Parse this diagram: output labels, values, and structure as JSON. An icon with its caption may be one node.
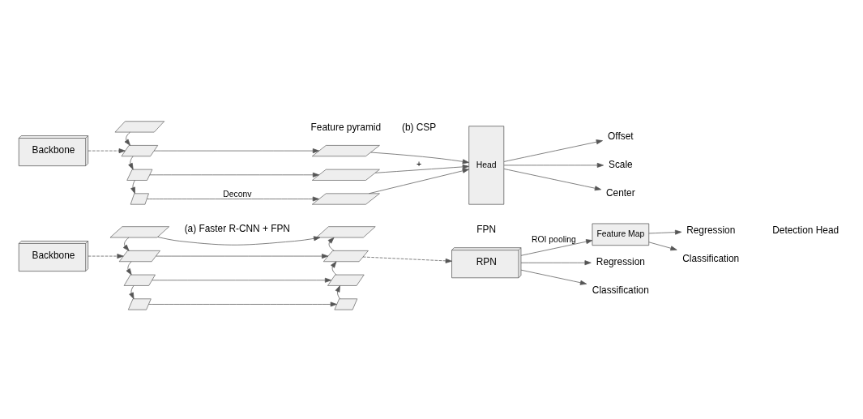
{
  "diagram": {
    "nodes": [
      {
        "text": [
          "Backbone"
        ]
      },
      {
        "text": [],
        "shape": "parallelogram"
      },
      {
        "text": [],
        "shape": "parallelogram"
      },
      {
        "text": [],
        "shape": "parallelogram"
      },
      {
        "text": [],
        "shape": "parallelogram"
      },
      {
        "text": [],
        "shape": "parallelogram"
      },
      {
        "text": [],
        "shape": "parallelogram"
      },
      {
        "text": [],
        "shape": "parallelogram"
      },
      {
        "text": [],
        "shape": "parallelogram"
      },
      {
        "text": [
          "Classification"
        ]
      },
      {
        "text": [
          "Regression"
        ]
      },
      {
        "text": [
          "RPN"
        ]
      },
      {
        "text": [
          "Feature Map"
        ]
      },
      {
        "text": [
          "Classification"
        ]
      },
      {
        "text": [
          "Regression"
        ]
      },
      {
        "text": [
          "Backbone"
        ]
      },
      {
        "text": [],
        "shape": "parallelogram"
      },
      {
        "text": [],
        "shape": "parallelogram"
      },
      {
        "text": [],
        "shape": "parallelogram"
      },
      {
        "text": [],
        "shape": "parallelogram"
      },
      {
        "text": [],
        "shape": "parallelogram"
      },
      {
        "text": [],
        "shape": "parallelogram"
      },
      {
        "text": [],
        "shape": "parallelogram"
      },
      {
        "text": [
          "Head"
        ]
      },
      {
        "text": [
          "Center"
        ]
      },
      {
        "text": [
          "Scale"
        ]
      },
      {
        "text": [
          "Offset"
        ]
      }
    ],
    "edges": [
      {
        "from": 0,
        "to": 3,
        "arrow": "to",
        "style": "dashed"
      },
      {
        "from": 4,
        "to": 3,
        "arrow": "to"
      },
      {
        "from": 3,
        "to": 2,
        "arrow": "to"
      },
      {
        "from": 2,
        "to": 1,
        "arrow": "to"
      },
      {
        "from": 1,
        "to": 5,
        "arrow": "to"
      },
      {
        "from": 2,
        "to": 6,
        "arrow": "to"
      },
      {
        "from": 3,
        "to": 7,
        "arrow": "to"
      },
      {
        "from": 4,
        "to": 8,
        "arrow": "to"
      },
      {
        "from": 5,
        "to": 6,
        "arrow": "to"
      },
      {
        "from": 6,
        "to": 7,
        "arrow": "to"
      },
      {
        "from": 7,
        "to": 8,
        "arrow": "to"
      },
      {
        "from": 7,
        "to": 11,
        "arrow": "to",
        "style": "dashed"
      },
      {
        "from": 11,
        "to": 9,
        "arrow": "to"
      },
      {
        "from": 11,
        "to": 10,
        "arrow": "to"
      },
      {
        "from": 11,
        "to": 12,
        "arrow": "to",
        "label": "ROI pooling"
      },
      {
        "from": 12,
        "to": 13,
        "arrow": "to"
      },
      {
        "from": 12,
        "to": 14,
        "arrow": "to"
      },
      {
        "from": 15,
        "to": 18,
        "arrow": "to",
        "style": "dashed"
      },
      {
        "from": 19,
        "to": 18,
        "arrow": "to"
      },
      {
        "from": 18,
        "to": 17,
        "arrow": "to"
      },
      {
        "from": 17,
        "to": 16,
        "arrow": "to"
      },
      {
        "from": 16,
        "to": 20,
        "arrow": "to",
        "label": "Deconv"
      },
      {
        "from": 17,
        "to": 21,
        "arrow": "to"
      },
      {
        "from": 18,
        "to": 22,
        "arrow": "to"
      },
      {
        "from": 20,
        "to": 23,
        "arrow": "to"
      },
      {
        "from": 21,
        "to": 23,
        "arrow": "to",
        "label": "+"
      },
      {
        "from": 22,
        "to": 23,
        "arrow": "to"
      },
      {
        "from": 23,
        "to": 24,
        "arrow": "to"
      },
      {
        "from": 23,
        "to": 25,
        "arrow": "to"
      },
      {
        "from": 23,
        "to": 26,
        "arrow": "to"
      }
    ],
    "labels": [
      "FPN",
      "Detection Head",
      "(a) Faster R-CNN + FPN",
      "Feature pyramid",
      "(b) CSP"
    ]
  }
}
